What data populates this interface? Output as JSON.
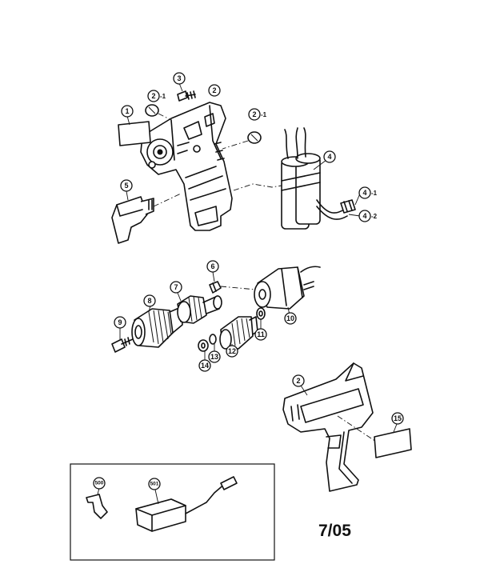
{
  "callouts": {
    "c1": "1",
    "c2a": "2",
    "c2b": "2",
    "c2c": "2",
    "c2d": "2",
    "c3": "3",
    "c4": "4",
    "c4a": "4",
    "c4b": "4",
    "c5": "5",
    "c6": "6",
    "c7": "7",
    "c8": "8",
    "c9": "9",
    "c10": "10",
    "c11": "11",
    "c12": "12",
    "c13": "13",
    "c14": "14",
    "c15": "15",
    "c500": "500",
    "c501": "501"
  },
  "suffixes": {
    "s2b": "-1",
    "s2c": "-1",
    "s4a": "-1",
    "s4b": "-2"
  },
  "page_code": "7/05"
}
